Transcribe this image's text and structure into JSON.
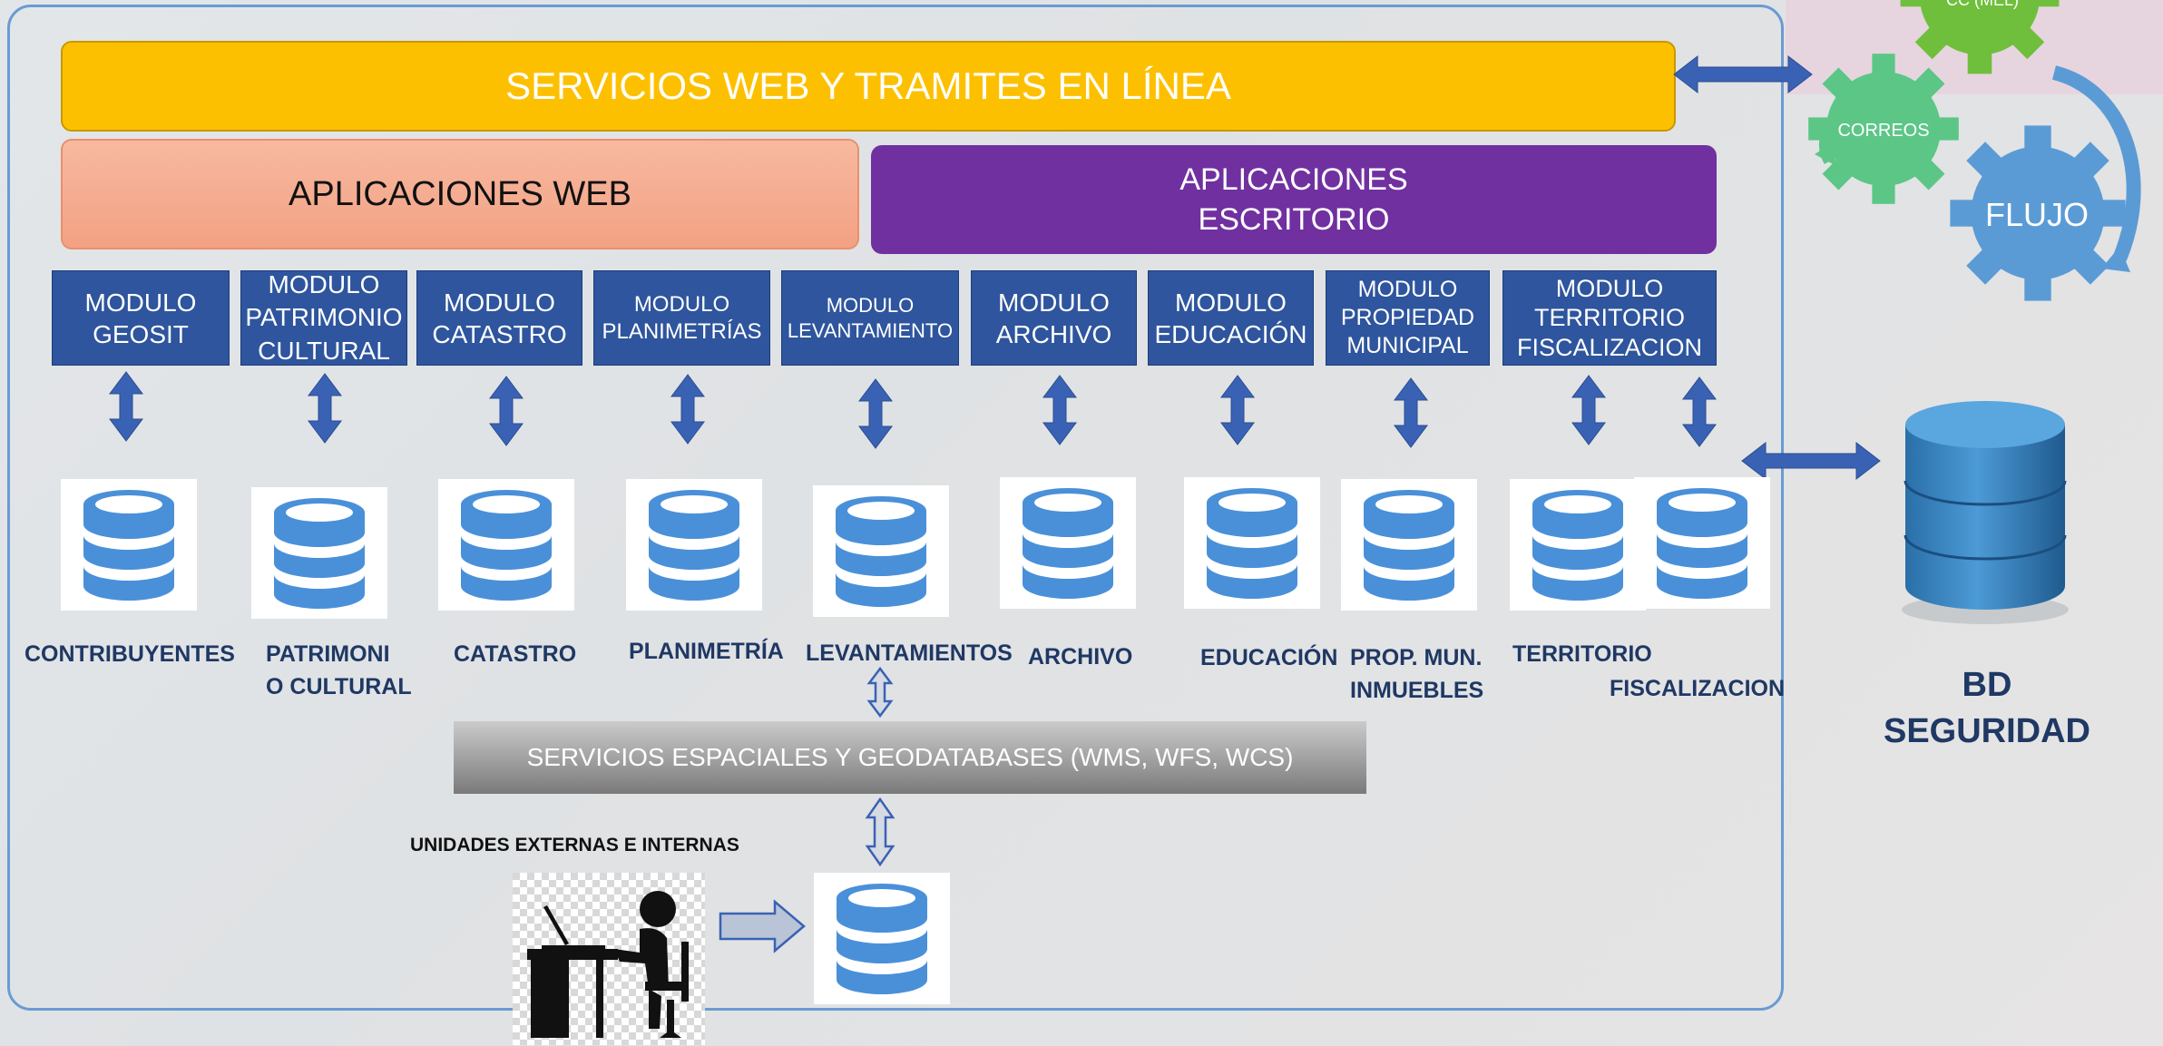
{
  "banner": "SERVICIOS WEB Y TRAMITES EN LÍNEA",
  "app_web": "APLICACIONES WEB",
  "app_escritorio": "APLICACIONES\nESCRITORIO",
  "modules": [
    "MODULO\nGEOSIT",
    "MODULO\nPATRIMONIO\nCULTURAL",
    "MODULO\nCATASTRO",
    "MODULO\nPLANIMETRÍAS",
    "MODULO\nLEVANTAMIENTO",
    "MODULO\nARCHIVO",
    "MODULO\nEDUCACIÓN",
    "MODULO\nPROPIEDAD\nMUNICIPAL",
    "MODULO\nTERRITORIO\nFISCALIZACION"
  ],
  "databases": [
    "CONTRIBUYENTES",
    "PATRIMONI\nO CULTURAL",
    "CATASTRO",
    "PLANIMETRÍA",
    "LEVANTAMIENTOS",
    "ARCHIVO",
    "EDUCACIÓN",
    "PROP. MUN.\nINMUEBLES",
    "TERRITORIO",
    "FISCALIZACION"
  ],
  "geo_services": "SERVICIOS  ESPACIALES Y GEODATABASES (WMS, WFS, WCS)",
  "external_units": "UNIDADES EXTERNAS E INTERNAS",
  "bd_seguridad": "BD\nSEGURIDAD",
  "gears": {
    "top": "CC (MEL)",
    "correos": "CORREOS",
    "flujo": "FLUJO"
  },
  "colors": {
    "banner": "#fdc000",
    "app_web": "#f4ab8e",
    "app_escritorio": "#7030a0",
    "module": "#2e559d",
    "db_icon": "#4a90d9",
    "arrow": "#3a62b4",
    "gear_green": "#5cc686",
    "gear_top": "#6fbf3c",
    "gear_blue": "#5b9bd5"
  }
}
